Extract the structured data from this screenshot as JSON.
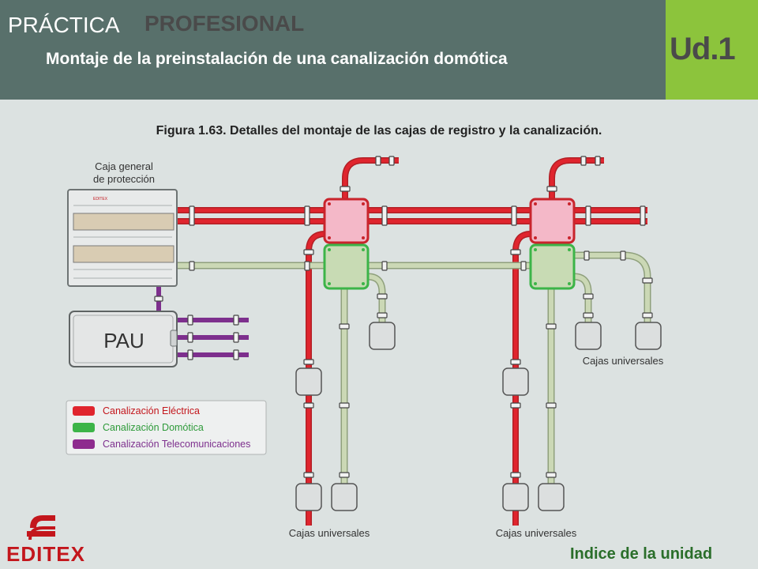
{
  "header": {
    "title_prefix": "PRÁCTICA",
    "title_bold": "PROFESIONAL",
    "subtitle": "Montaje de la preinstalación de una canalización domótica",
    "unit_badge": "Ud.1"
  },
  "figure": {
    "caption": "Figura 1.63. Detalles del montaje de las cajas de registro y la canalización.",
    "cgp_label_line1": "Caja general",
    "cgp_label_line2": "de protección",
    "pau_label": "PAU",
    "cajas_universales_label": "Cajas universales",
    "legend": [
      {
        "label": "Canalización Eléctrica",
        "color": "#e0252e"
      },
      {
        "label": "Canalización Domótica",
        "color": "#3cb448"
      },
      {
        "label": "Canalización Telecomunicaciones",
        "color": "#8e2b8e"
      }
    ]
  },
  "colors": {
    "electrica": "#d42a2f",
    "domotica": "#c6d4ab",
    "telecom": "#7d2f8d",
    "caja_electrica": "#f4b8c8",
    "caja_domotica": "#c8dbb4"
  },
  "footer": {
    "logo_text": "EDITEX",
    "index_link": "Indice de la unidad"
  }
}
